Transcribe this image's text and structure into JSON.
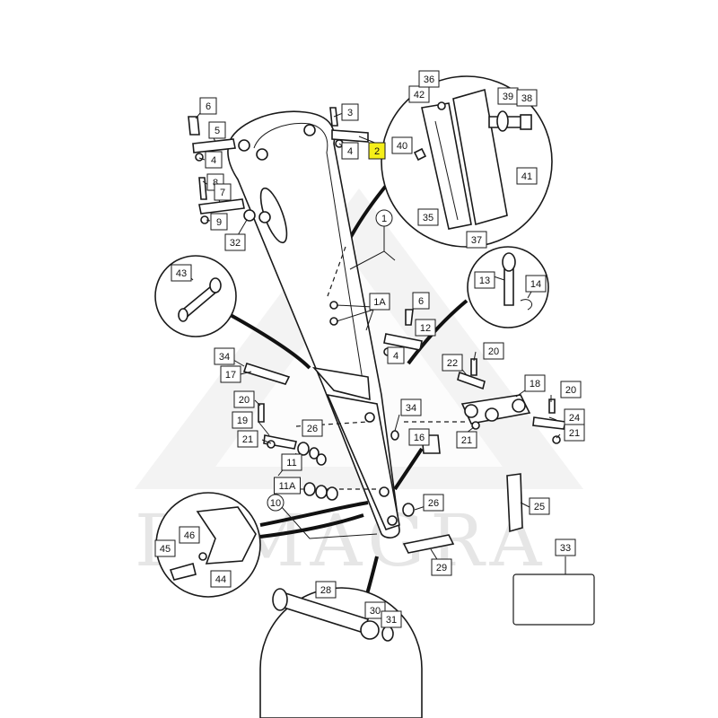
{
  "diagram": {
    "watermark_text": "DIMAGRA",
    "callouts": [
      {
        "id": "c6a",
        "text": "6"
      },
      {
        "id": "c5",
        "text": "5"
      },
      {
        "id": "c4a",
        "text": "4"
      },
      {
        "id": "c8",
        "text": "8"
      },
      {
        "id": "c7",
        "text": "7"
      },
      {
        "id": "c9",
        "text": "9"
      },
      {
        "id": "c32",
        "text": "32"
      },
      {
        "id": "c3",
        "text": "3"
      },
      {
        "id": "c4b",
        "text": "4"
      },
      {
        "id": "c2",
        "text": "2",
        "highlight": true
      },
      {
        "id": "c42",
        "text": "42"
      },
      {
        "id": "c36",
        "text": "36"
      },
      {
        "id": "c39",
        "text": "39"
      },
      {
        "id": "c38",
        "text": "38"
      },
      {
        "id": "c40",
        "text": "40"
      },
      {
        "id": "c41",
        "text": "41"
      },
      {
        "id": "c35",
        "text": "35"
      },
      {
        "id": "c37",
        "text": "37"
      },
      {
        "id": "c1",
        "text": "1",
        "circle": true
      },
      {
        "id": "c43",
        "text": "43"
      },
      {
        "id": "c1A",
        "text": "1A"
      },
      {
        "id": "c6b",
        "text": "6"
      },
      {
        "id": "c12",
        "text": "12"
      },
      {
        "id": "c4c",
        "text": "4"
      },
      {
        "id": "c13",
        "text": "13"
      },
      {
        "id": "c14",
        "text": "14"
      },
      {
        "id": "c34a",
        "text": "34"
      },
      {
        "id": "c17",
        "text": "17"
      },
      {
        "id": "c22",
        "text": "22"
      },
      {
        "id": "c20a",
        "text": "20"
      },
      {
        "id": "c18",
        "text": "18"
      },
      {
        "id": "c20b",
        "text": "20"
      },
      {
        "id": "c20c",
        "text": "20"
      },
      {
        "id": "c34b",
        "text": "34"
      },
      {
        "id": "c24",
        "text": "24"
      },
      {
        "id": "c19",
        "text": "19"
      },
      {
        "id": "c26a",
        "text": "26"
      },
      {
        "id": "c21a",
        "text": "21"
      },
      {
        "id": "c21b",
        "text": "21"
      },
      {
        "id": "c21c",
        "text": "21"
      },
      {
        "id": "c16",
        "text": "16"
      },
      {
        "id": "c11",
        "text": "11"
      },
      {
        "id": "c11A",
        "text": "11A"
      },
      {
        "id": "c10",
        "text": "10",
        "circle": true
      },
      {
        "id": "c26b",
        "text": "26"
      },
      {
        "id": "c25",
        "text": "25"
      },
      {
        "id": "c46",
        "text": "46"
      },
      {
        "id": "c45",
        "text": "45"
      },
      {
        "id": "c44",
        "text": "44"
      },
      {
        "id": "c29",
        "text": "29"
      },
      {
        "id": "c33",
        "text": "33"
      },
      {
        "id": "c28",
        "text": "28"
      },
      {
        "id": "c30",
        "text": "30"
      },
      {
        "id": "c31",
        "text": "31"
      }
    ]
  }
}
